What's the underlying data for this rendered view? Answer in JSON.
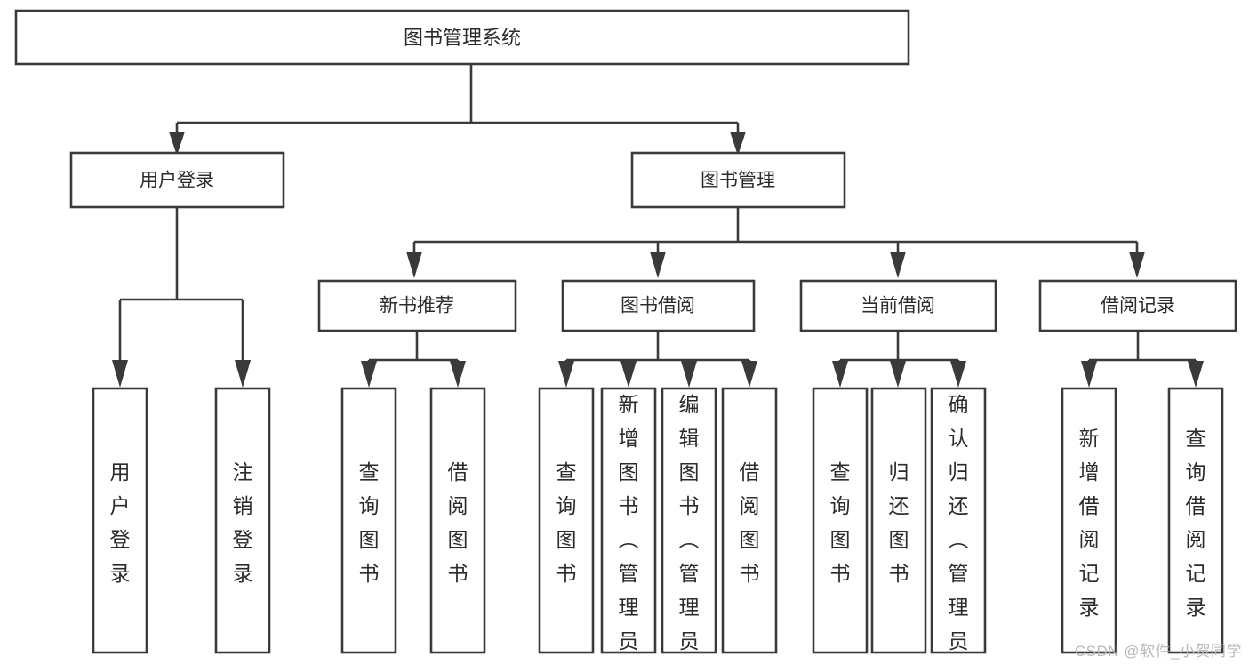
{
  "diagram": {
    "type": "tree-hierarchy",
    "title": "图书管理系统",
    "root": {
      "label": "图书管理系统"
    },
    "level1": [
      {
        "label": "用户登录"
      },
      {
        "label": "图书管理"
      }
    ],
    "level2": [
      {
        "label": "新书推荐"
      },
      {
        "label": "图书借阅"
      },
      {
        "label": "当前借阅"
      },
      {
        "label": "借阅记录"
      }
    ],
    "leaves": {
      "user_login": [
        {
          "label": "用户登录"
        },
        {
          "label": "注销登录"
        }
      ],
      "new_book_recommend": [
        {
          "label": "查询图书"
        },
        {
          "label": "借阅图书"
        }
      ],
      "book_borrow": [
        {
          "label": "查询图书"
        },
        {
          "label": "新增图书（管理员）"
        },
        {
          "label": "编辑图书（管理员）"
        },
        {
          "label": "借阅图书"
        }
      ],
      "current_borrow": [
        {
          "label": "查询图书"
        },
        {
          "label": "归还图书"
        },
        {
          "label": "确认归还（管理员）"
        }
      ],
      "borrow_record": [
        {
          "label": "新增借阅记录"
        },
        {
          "label": "查询借阅记录"
        }
      ]
    }
  },
  "watermark": {
    "text": "CSDN @软件_小贺同学"
  },
  "colors": {
    "stroke": "#3a3a3a",
    "fill": "#ffffff",
    "text": "#2b2b2b",
    "watermark": "#b9b9b9"
  }
}
